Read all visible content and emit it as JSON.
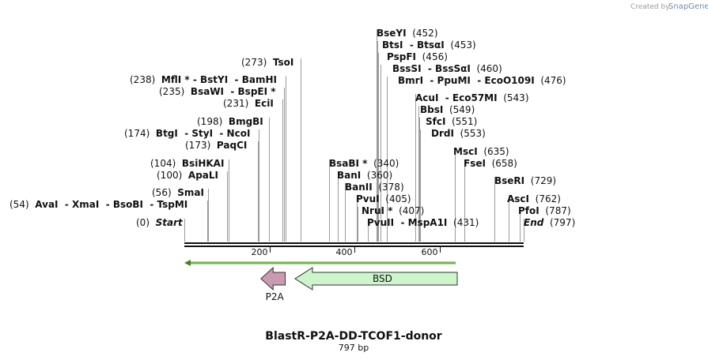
{
  "brand": {
    "prefix": "Created by",
    "name": "SnapGene"
  },
  "title": "BlastR-P2A-DD-TCOF1-donor",
  "length_label": "797 bp",
  "sequence_length": 797,
  "ruler": {
    "ticks": [
      200,
      400,
      600
    ],
    "labels": [
      "200",
      "400",
      "600"
    ]
  },
  "features": [
    {
      "name": "BSD",
      "start": 260,
      "end": 641,
      "direction": "reverse",
      "color": "#ccf5cc",
      "label_inside": true
    },
    {
      "name": "P2A",
      "start": 180,
      "end": 237,
      "direction": "reverse",
      "color": "#cc99b3",
      "label_inside": false
    }
  ],
  "cut_sites": [
    {
      "label": "Start",
      "pos": "(0)",
      "side": "left",
      "kind": "site",
      "site": 0
    },
    {
      "label": "AvaI  - XmaI  - BsoBI  - TspMI",
      "pos": "(54)",
      "side": "left",
      "kind": "enzyme",
      "site": 54
    },
    {
      "label": "SmaI",
      "pos": "(56)",
      "side": "left",
      "kind": "enzyme",
      "site": 56
    },
    {
      "label": "ApaLI",
      "pos": "(100)",
      "side": "left",
      "kind": "enzyme",
      "site": 100
    },
    {
      "label": "BsiHKAI",
      "pos": "(104)",
      "side": "left",
      "kind": "enzyme",
      "site": 104
    },
    {
      "label": "PaqCI",
      "pos": "(173)",
      "side": "left",
      "kind": "enzyme",
      "site": 173
    },
    {
      "label": "BtgI  - StyI  - NcoI",
      "pos": "(174)",
      "side": "left",
      "kind": "enzyme",
      "site": 174
    },
    {
      "label": "BmgBI",
      "pos": "(198)",
      "side": "left",
      "kind": "enzyme",
      "site": 198
    },
    {
      "label": "EciI",
      "pos": "(231)",
      "side": "left",
      "kind": "enzyme",
      "site": 231
    },
    {
      "label": "BsaWI  - BspEI *",
      "pos": "(235)",
      "side": "left",
      "kind": "enzyme",
      "site": 235
    },
    {
      "label": "MflI * - BstYI  - BamHI",
      "pos": "(238)",
      "side": "left",
      "kind": "enzyme",
      "site": 238
    },
    {
      "label": "TsoI",
      "pos": "(273)",
      "side": "left",
      "kind": "enzyme",
      "site": 273
    },
    {
      "label": "BsaBI *",
      "pos": "(340)",
      "side": "right",
      "kind": "enzyme",
      "site": 340
    },
    {
      "label": "BanI",
      "pos": "(360)",
      "side": "right",
      "kind": "enzyme",
      "site": 360
    },
    {
      "label": "BanII",
      "pos": "(378)",
      "side": "right",
      "kind": "enzyme",
      "site": 378
    },
    {
      "label": "PvuI",
      "pos": "(405)",
      "side": "right",
      "kind": "enzyme",
      "site": 405
    },
    {
      "label": "NruI *",
      "pos": "(407)",
      "side": "right",
      "kind": "enzyme",
      "site": 407
    },
    {
      "label": "PvuII  - MspA1I",
      "pos": "(431)",
      "side": "right",
      "kind": "enzyme",
      "site": 431
    },
    {
      "label": "BseYI",
      "pos": "(452)",
      "side": "right",
      "kind": "enzyme",
      "site": 452
    },
    {
      "label": "BtsI  - BtsαI",
      "pos": "(453)",
      "side": "right",
      "kind": "enzyme",
      "site": 453
    },
    {
      "label": "PspFI",
      "pos": "(456)",
      "side": "right",
      "kind": "enzyme",
      "site": 456
    },
    {
      "label": "BssSI  - BssSαI",
      "pos": "(460)",
      "side": "right",
      "kind": "enzyme",
      "site": 460
    },
    {
      "label": "BmrI  - PpuMI  - EcoO109I",
      "pos": "(476)",
      "side": "right",
      "kind": "enzyme",
      "site": 476
    },
    {
      "label": "AcuI  - Eco57MI",
      "pos": "(543)",
      "side": "right",
      "kind": "enzyme",
      "site": 543
    },
    {
      "label": "BbsI",
      "pos": "(549)",
      "side": "right",
      "kind": "enzyme",
      "site": 549
    },
    {
      "label": "SfcI",
      "pos": "(551)",
      "side": "right",
      "kind": "enzyme",
      "site": 551
    },
    {
      "label": "DrdI",
      "pos": "(553)",
      "side": "right",
      "kind": "enzyme",
      "site": 553
    },
    {
      "label": "MscI",
      "pos": "(635)",
      "side": "right",
      "kind": "enzyme",
      "site": 635
    },
    {
      "label": "FseI",
      "pos": "(658)",
      "side": "right",
      "kind": "enzyme",
      "site": 658
    },
    {
      "label": "BseRI",
      "pos": "(729)",
      "side": "right",
      "kind": "enzyme",
      "site": 729
    },
    {
      "label": "AscI",
      "pos": "(762)",
      "side": "right",
      "kind": "enzyme",
      "site": 762
    },
    {
      "label": "PfoI",
      "pos": "(787)",
      "side": "right",
      "kind": "enzyme",
      "site": 787
    },
    {
      "label": "End",
      "pos": "(797)",
      "side": "right",
      "kind": "site",
      "site": 797
    }
  ]
}
